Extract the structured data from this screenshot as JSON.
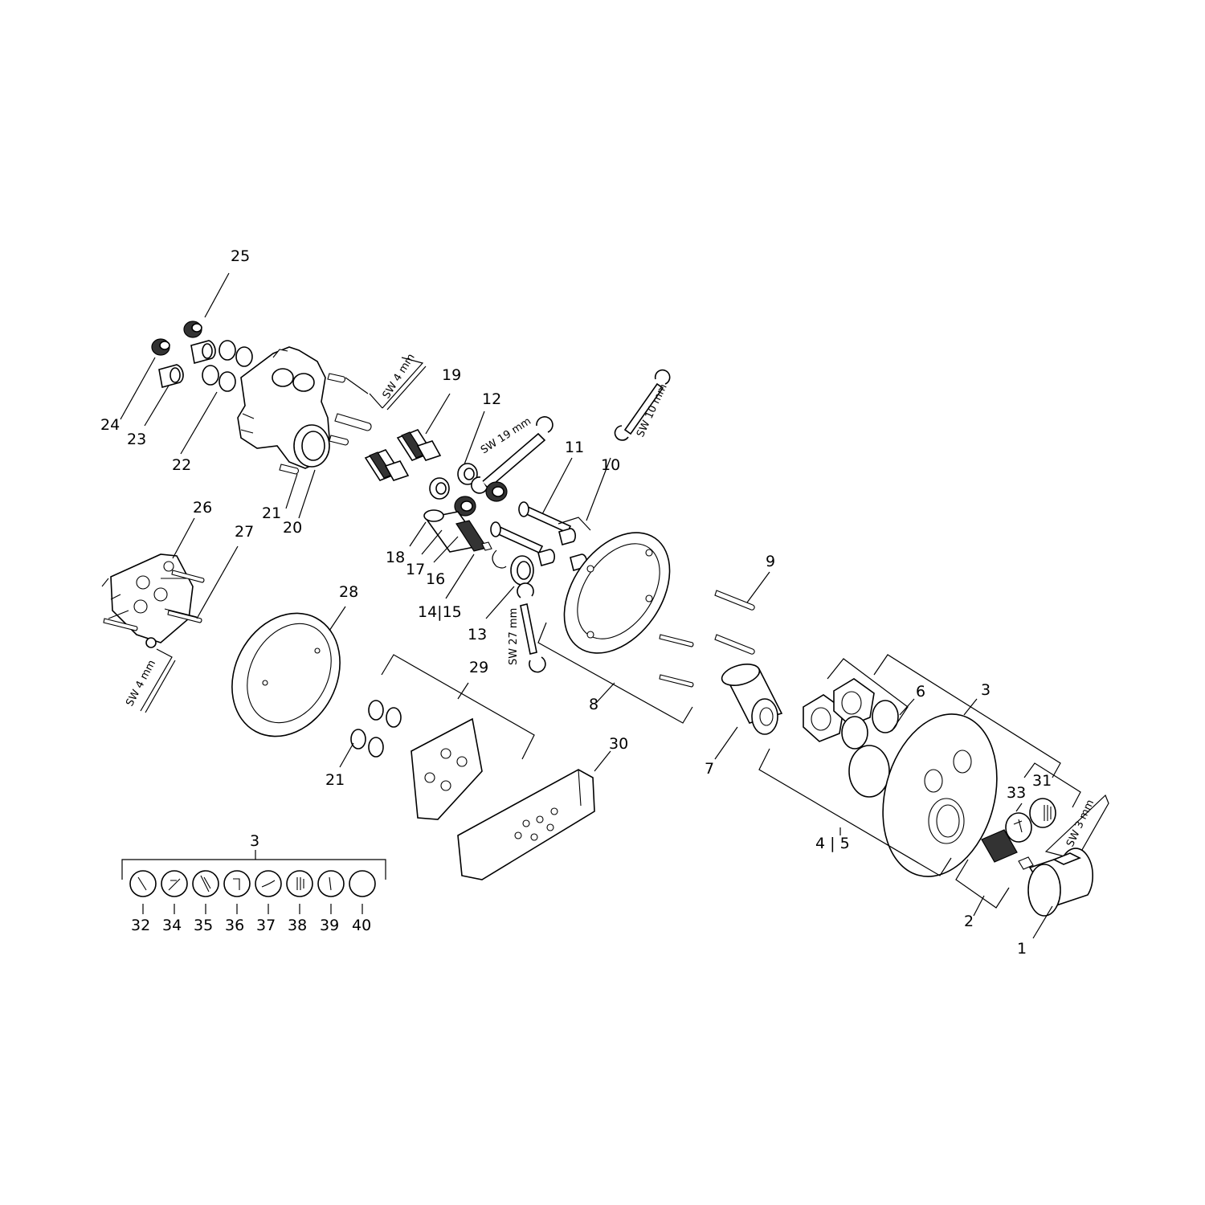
{
  "part_labels": {
    "p1": "1",
    "p2": "2",
    "p3a": "3",
    "p3b": "3",
    "p45": "4 | 5",
    "p6": "6",
    "p7": "7",
    "p8": "8",
    "p9": "9",
    "p10": "10",
    "p11": "11",
    "p12": "12",
    "p13": "13",
    "p1415": "14|15",
    "p16": "16",
    "p17": "17",
    "p18": "18",
    "p19": "19",
    "p20": "20",
    "p21a": "21",
    "p21b": "21",
    "p22": "22",
    "p23": "23",
    "p24": "24",
    "p25": "25",
    "p26": "26",
    "p27": "27",
    "p28": "28",
    "p29": "29",
    "p30": "30",
    "p31": "31",
    "p32": "32",
    "p33": "33",
    "p34": "34",
    "p35": "35",
    "p36": "36",
    "p37": "37",
    "p38": "38",
    "p39": "39",
    "p40": "40"
  },
  "tool_labels": {
    "sw4_top": "SW 4 mm",
    "sw19": "SW 19 mm",
    "sw10": "SW 10 mm",
    "sw27": "SW 27 mm",
    "sw4_left": "SW 4 mm",
    "sw3": "SW 3 mm"
  }
}
